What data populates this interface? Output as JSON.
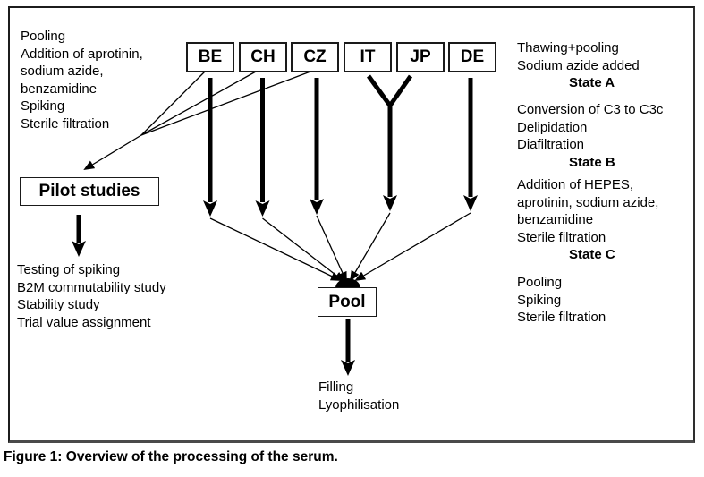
{
  "countries": [
    "BE",
    "CH",
    "CZ",
    "IT",
    "JP",
    "DE"
  ],
  "pilot_box_label": "Pilot studies",
  "pool_box_label": "Pool",
  "notes": {
    "top_left": {
      "lines": [
        "Pooling",
        "Addition of aprotinin,",
        "sodium azide,",
        "benzamidine",
        "Spiking",
        "Sterile filtration"
      ]
    },
    "pilot_outputs": {
      "lines": [
        "Testing of spiking",
        "B2M commutability study",
        "Stability study",
        "Trial value assignment"
      ]
    },
    "state_a": {
      "lines": [
        "Thawing+pooling",
        "Sodium azide added"
      ],
      "state": "State A"
    },
    "state_b": {
      "lines": [
        "Conversion of C3 to C3c",
        "Delipidation",
        "Diafiltration"
      ],
      "state": "State B"
    },
    "state_c": {
      "lines": [
        "Addition of HEPES,",
        "aprotinin, sodium azide,",
        "benzamidine",
        "Sterile filtration"
      ],
      "state": "State C"
    },
    "final_pool": {
      "lines": [
        "Pooling",
        "Spiking",
        "Sterile filtration"
      ]
    },
    "after_pool": {
      "lines": [
        "Filling",
        "Lyophilisation"
      ]
    }
  },
  "caption": "Figure 1: Overview of the processing of the serum.",
  "colors": {
    "ink": "#000000",
    "background": "#ffffff"
  }
}
